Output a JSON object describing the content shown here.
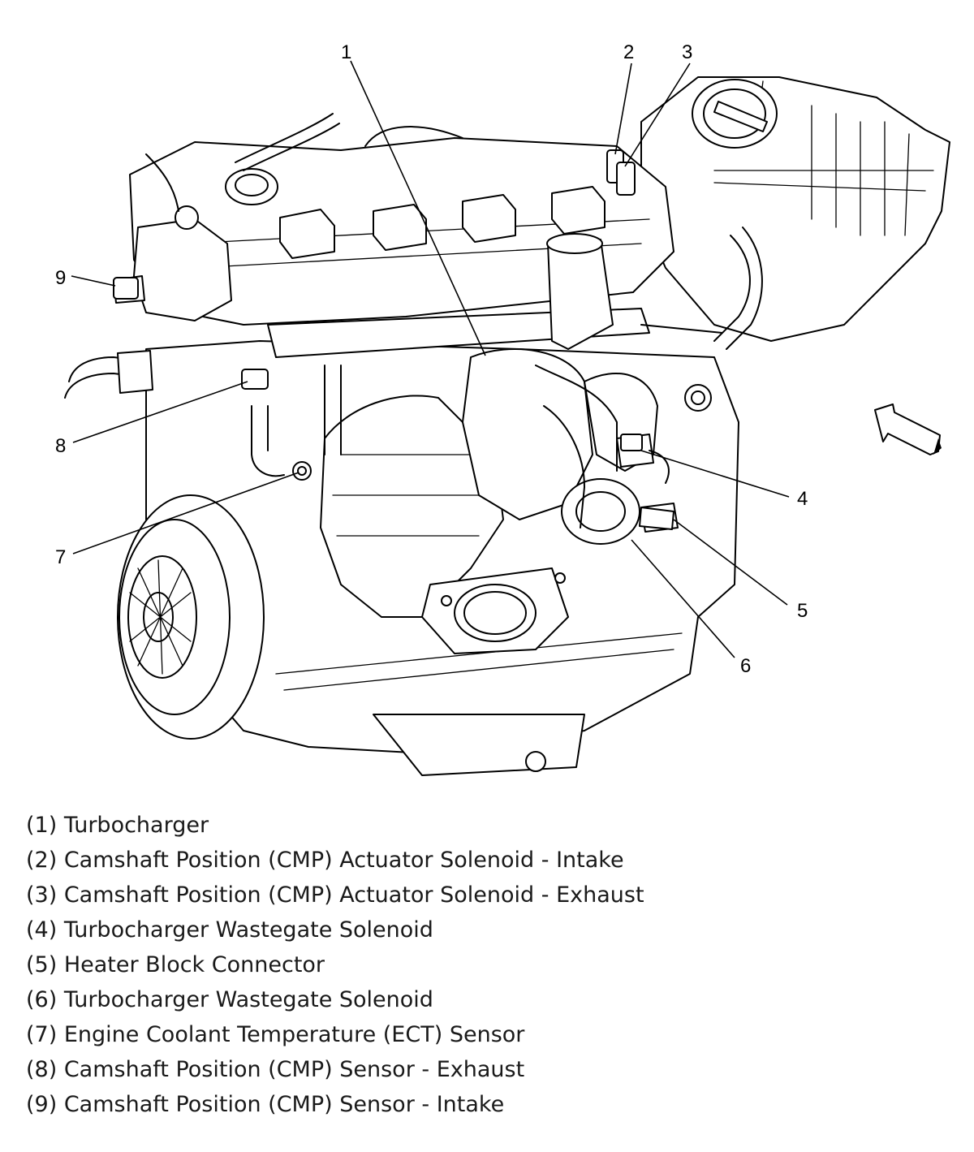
{
  "callouts": [
    "1",
    "2",
    "3",
    "4",
    "5",
    "6",
    "7",
    "8",
    "9"
  ],
  "legend": [
    "(1) Turbocharger",
    "(2) Camshaft Position (CMP) Actuator Solenoid - Intake",
    "(3) Camshaft Position (CMP) Actuator Solenoid - Exhaust",
    "(4) Turbocharger Wastegate Solenoid",
    "(5) Heater Block Connector",
    "(6) Turbocharger Wastegate Solenoid",
    "(7) Engine Coolant Temperature (ECT) Sensor",
    "(8) Camshaft Position (CMP) Sensor - Exhaust",
    "(9) Camshaft Position (CMP) Sensor - Intake"
  ],
  "icons": {
    "direction_arrow": "front-direction-arrow-icon"
  }
}
